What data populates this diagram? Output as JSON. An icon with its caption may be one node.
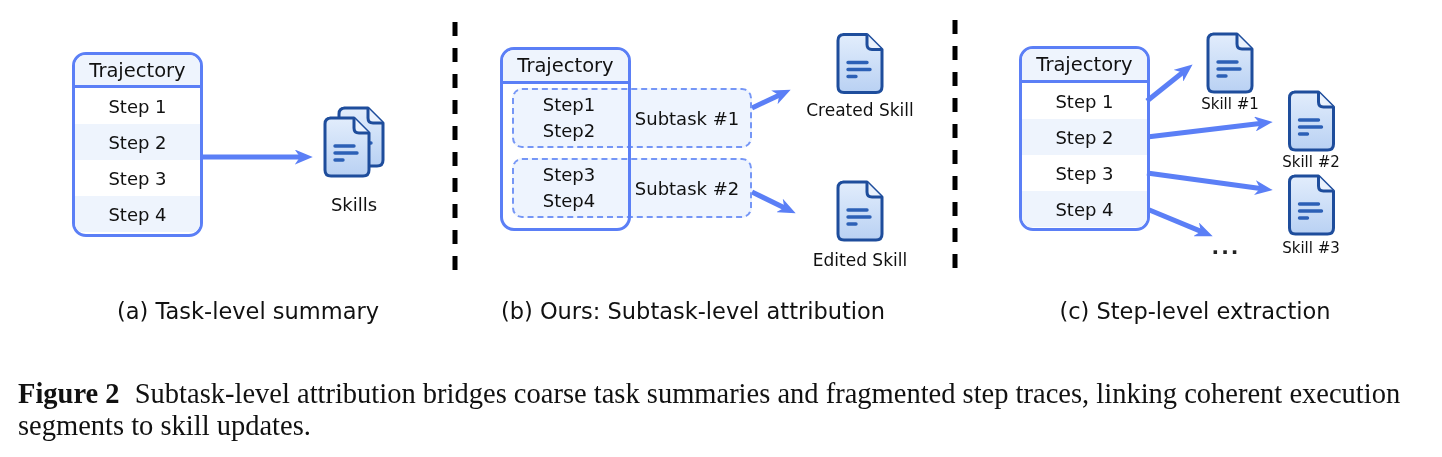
{
  "diagram": {
    "caption": "**Figure 2** Subtask-level attribution bridges coarse task summaries and fragmented step traces, linking coherent execution segments to skill updates.",
    "nodes": [
      {
        "text": [
          "Trajectory"
        ]
      },
      {
        "text": [
          "Step 1"
        ],
        "in": 0
      },
      {
        "text": [
          "Step 2"
        ],
        "in": 0
      },
      {
        "text": [
          "Step 3"
        ],
        "in": 0
      },
      {
        "text": [
          "Step 4"
        ],
        "in": 0
      },
      {
        "text": [
          "Skills"
        ]
      },
      {
        "text": [
          "Trajectory"
        ]
      },
      {
        "text": [
          "Step1",
          "Step2",
          "Subtask #1"
        ]
      },
      {
        "text": [
          "Step3",
          "Step4",
          "Subtask #2"
        ]
      },
      {
        "text": [
          "Created Skill"
        ]
      },
      {
        "text": [
          "Edited Skill"
        ]
      },
      {
        "text": [
          "Trajectory"
        ]
      },
      {
        "text": [
          "Step 1"
        ],
        "in": 11
      },
      {
        "text": [
          "Step 2"
        ],
        "in": 11
      },
      {
        "text": [
          "Step 3"
        ],
        "in": 11
      },
      {
        "text": [
          "Step 4"
        ],
        "in": 11
      },
      {
        "text": [
          "Skill #1"
        ]
      },
      {
        "text": [
          "Skill #2"
        ]
      },
      {
        "text": [
          "Skill #3"
        ]
      },
      {
        "text": [
          "..."
        ]
      }
    ],
    "edges": [
      {
        "from": 0,
        "to": 5,
        "arrow": "to"
      },
      {
        "from": 7,
        "to": 9,
        "arrow": "to"
      },
      {
        "from": 8,
        "to": 10,
        "arrow": "to"
      },
      {
        "from": 12,
        "to": 16,
        "arrow": "to"
      },
      {
        "from": 13,
        "to": 17,
        "arrow": "to"
      },
      {
        "from": 14,
        "to": 18,
        "arrow": "to"
      },
      {
        "from": 15,
        "to": 19,
        "arrow": "to"
      }
    ],
    "labels": [
      "(a) Task-level summary",
      "(b) Ours: Subtask-level attribution",
      "(c) Step-level extraction"
    ]
  }
}
